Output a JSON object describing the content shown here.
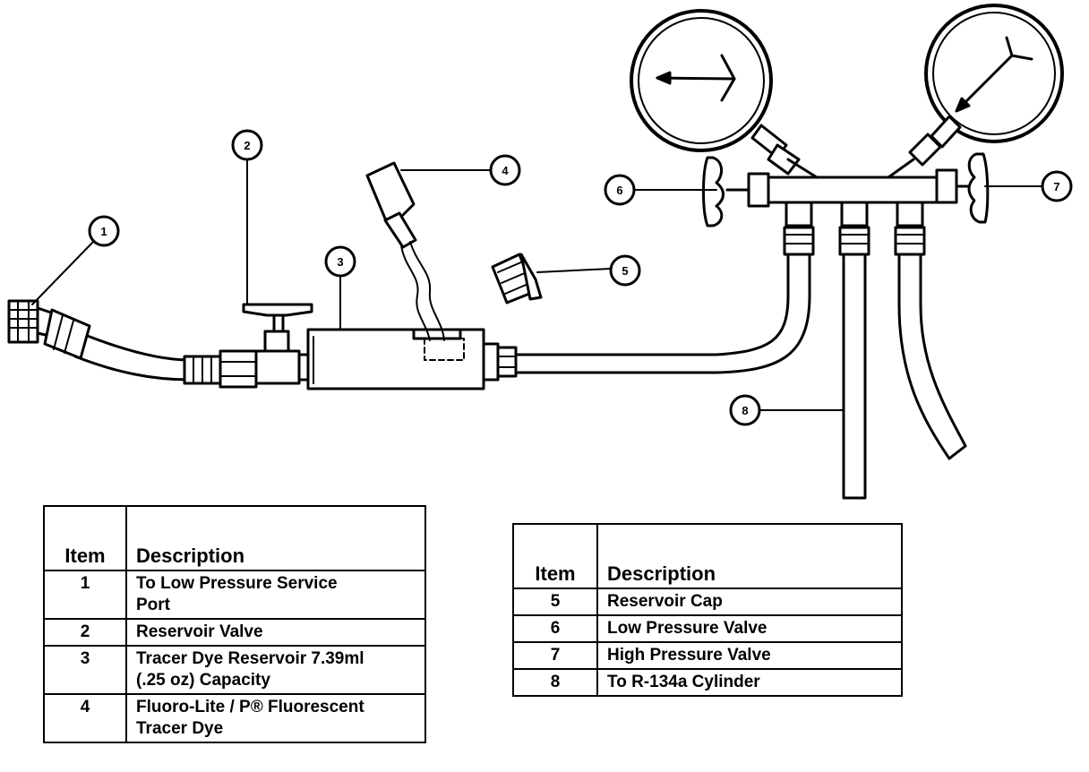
{
  "callouts": [
    {
      "id": "1"
    },
    {
      "id": "2"
    },
    {
      "id": "3"
    },
    {
      "id": "4"
    },
    {
      "id": "5"
    },
    {
      "id": "6"
    },
    {
      "id": "7"
    },
    {
      "id": "8"
    }
  ],
  "tables": [
    {
      "header_item": "Item",
      "header_description": "Description",
      "rows": [
        {
          "item": "1",
          "line1": "To Low Pressure Service",
          "line2": "Port"
        },
        {
          "item": "2",
          "line1": "Reservoir Valve",
          "line2": ""
        },
        {
          "item": "3",
          "line1": "Tracer Dye Reservoir 7.39ml",
          "line2": "(.25 oz) Capacity"
        },
        {
          "item": "4",
          "line1": "Fluoro-Lite / P® Fluorescent",
          "line2": "Tracer Dye"
        }
      ]
    },
    {
      "header_item": "Item",
      "header_description": "Description",
      "rows": [
        {
          "item": "5",
          "line1": "Reservoir Cap"
        },
        {
          "item": "6",
          "line1": "Low Pressure Valve"
        },
        {
          "item": "7",
          "line1": "High Pressure Valve"
        },
        {
          "item": "8",
          "line1": "To R-134a Cylinder"
        }
      ]
    }
  ]
}
